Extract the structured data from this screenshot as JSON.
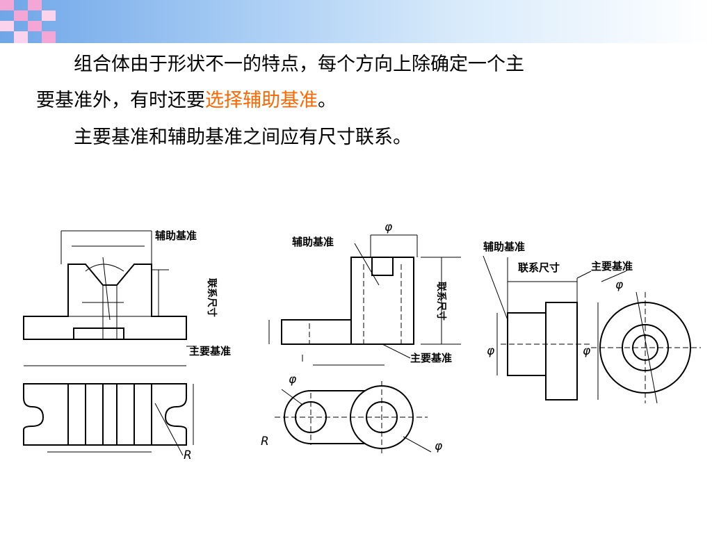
{
  "slide": {
    "para1_line1": "组合体由于形状不一的特点，每个方向上除确定一个主",
    "para1_line2_a": "要基准外，有时还要",
    "para1_line2_highlight": "选择辅助基准",
    "para1_line2_end": "。",
    "para2": "主要基准和辅助基准之间应有尺寸联系。",
    "highlight_color": "#ff6600"
  },
  "figures": {
    "fig1": {
      "aux_label": "辅助基准",
      "link_label": "联系尺寸",
      "main_label": "主要基准",
      "radius_label": "R"
    },
    "fig2": {
      "aux_label": "辅助基准",
      "main_label": "主要基准",
      "link_label": "联系尺寸",
      "phi_top": "φ",
      "phi_left": "φ",
      "phi_right": "φ",
      "radius_label": "R"
    },
    "fig3": {
      "aux_label": "辅助基准",
      "link_label": "联系尺寸",
      "main_label": "主要基准",
      "phi_top": "φ",
      "phi_left": "φ",
      "phi_right": "φ"
    }
  }
}
